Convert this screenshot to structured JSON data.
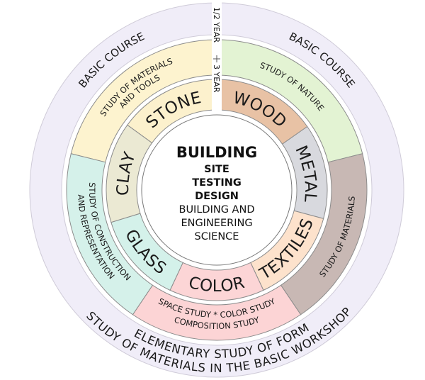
{
  "center": {
    "title": "BUILDING",
    "bold_lines": [
      "SITE",
      "TESTING",
      "DESIGN"
    ],
    "lines": [
      "BUILDING AND",
      "ENGINEERING",
      "SCIENCE"
    ]
  },
  "year_marks": {
    "half_year": "1/2 YEAR",
    "three_year": "3 YEAR"
  },
  "outer_ring": {
    "color": "#f0edf8",
    "top_left": "BASIC COURSE",
    "top_right": "BASIC COURSE",
    "bottom_line1": "ELEMENTARY STUDY OF FORM",
    "bottom_line2": "STUDY OF MATERIALS IN THE BASIC WORKSHOP"
  },
  "study_ring": [
    {
      "id": "materials-and-tools",
      "lines": [
        "STUDY OF MATERIALS",
        "AND TOOLS"
      ],
      "color": "#fdf3cf"
    },
    {
      "id": "nature",
      "lines": [
        "STUDY OF NATURE"
      ],
      "color": "#e3f3d3"
    },
    {
      "id": "materials",
      "lines": [
        "STUDY OF MATERIALS"
      ],
      "color": "#c8b8b4"
    },
    {
      "id": "space-color-composition",
      "lines": [
        "SPACE STUDY * COLOR STUDY",
        "COMPOSITION STUDY"
      ],
      "color": "#fcd4d5"
    },
    {
      "id": "construction-representation",
      "lines": [
        "STUDY OF CONSTRUCTION",
        "AND REPRESENTATION"
      ],
      "color": "#d5f1ea"
    }
  ],
  "materials_ring": [
    {
      "label": "STONE",
      "color": "#fcf1cd"
    },
    {
      "label": "WOOD",
      "color": "#e8c2a5"
    },
    {
      "label": "METAL",
      "color": "#d8d9de"
    },
    {
      "label": "TEXTILES",
      "color": "#fde2cc"
    },
    {
      "label": "COLOR",
      "color": "#fcd5d6"
    },
    {
      "label": "GLASS",
      "color": "#d4f1ea"
    },
    {
      "label": "CLAY",
      "color": "#ebe9d3"
    }
  ]
}
